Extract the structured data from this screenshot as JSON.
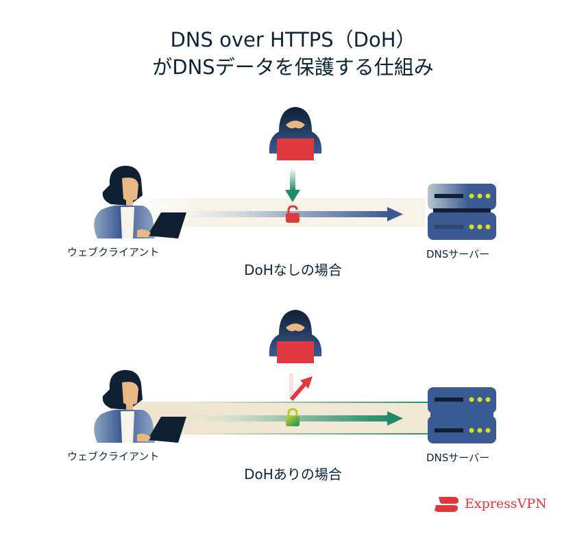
{
  "title": {
    "line1": "DNS over HTTPS（DoH）",
    "line2": "がDNSデータを保護する仕組み"
  },
  "scenario_without_doh": {
    "caption": "DoHなしの場合",
    "client_label": "ウェブクライアント",
    "server_label": "DNSサーバー",
    "attacker": "hacker-icon",
    "attack_arrow": "down-arrow-green (intercepts)",
    "lock_state": "unlocked",
    "lock_color": "#e0383f",
    "flow_color": "#3b5a94"
  },
  "scenario_with_doh": {
    "caption": "DoHありの場合",
    "client_label": "ウェブクライアント",
    "server_label": "DNSサーバー",
    "attacker": "hacker-icon",
    "attack_arrow": "deflected-arrow-red",
    "lock_state": "locked",
    "lock_color": "#2a8a5d",
    "flow_color": "#1e8a68"
  },
  "brand": {
    "name": "ExpressVPN",
    "color": "#e0383f"
  },
  "colors": {
    "text": "#0d2436",
    "navy": "#0f2033",
    "blue": "#3b5a94",
    "red": "#e0383f",
    "green": "#1e8a68",
    "yellow_led": "#d7e11a",
    "skin": "#e8b882"
  }
}
